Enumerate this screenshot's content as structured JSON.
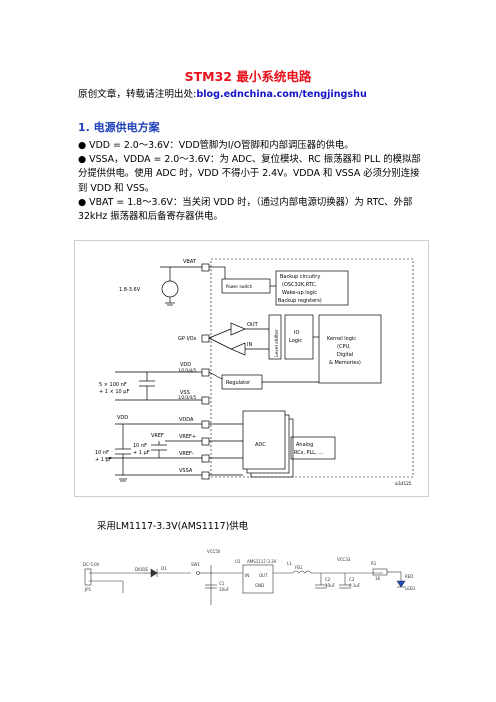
{
  "title": "STM32 最小系统电路",
  "source": {
    "prefix": "原创文章，转载请注明出处:",
    "link": "blog.ednchina.com/tengjingshu"
  },
  "section1": {
    "heading": "1. 电源供电方案",
    "bullet1": "●  VDD = 2.0～3.6V：VDD管脚为I/O管脚和内部调压器的供电。",
    "bullet2": "● VSSA，VDDA = 2.0～3.6V：为 ADC、复位模块、RC 振荡器和 PLL 的模拟部分提供供电。使用 ADC 时，VDD 不得小于 2.4V。VDDA 和 VSSA 必须分别连接到 VDD 和 VSS。",
    "bullet3": "● VBAT = 1.8～3.6V：当关闭 VDD 时，（通过内部电源切换器）为 RTC、外部 32kHz 振荡器和后备寄存器供电。"
  },
  "figure1": {
    "vbat": "VBAT",
    "vbat_range": "1.8-3.6V",
    "power_switch": "Power switch",
    "backup_title": "Backup circuitry",
    "backup_l1": "(OSC32K,RTC,",
    "backup_l2": "Wake-up logic",
    "backup_l3": "Backup registers)",
    "out": "OUT",
    "in": "IN",
    "level_shifter": "Level shifter",
    "io_logic_1": "IO",
    "io_logic_2": "Logic",
    "gpios": "GP I/Os",
    "kernel_1": "Kernel logic",
    "kernel_2": "(CPU,",
    "kernel_3": "Digital",
    "kernel_4": "& Memories)",
    "vdd": "VDD",
    "vdd_pins": "1/2/3/4/5",
    "cap_vdd_1": "5 × 100 nF",
    "cap_vdd_2": "+ 1 × 10 µF",
    "regulator": "Regulator",
    "vss": "VSS",
    "vss_pins": "1/2/3/4/5",
    "vdd_left": "VDD",
    "vdda": "VDDA",
    "vref": "VREF",
    "vref_plus": "VREF+",
    "vref_minus": "VREF-",
    "vssa": "VSSA",
    "cap_a_1": "10 nF",
    "cap_a_2": "+ 1 µF",
    "cap_b_1": "10 nF",
    "cap_b_2": "+ 1 µF",
    "adc": "ADC",
    "analog_1": "Analog",
    "analog_2": "RCs, PLL, ...",
    "code": "ai14125"
  },
  "caption": "采用LM1117-3.3V(AMS1117)供电",
  "figure2": {
    "dc": "DC-5.0V",
    "jp": "JP1",
    "diode": "DIODE",
    "d1": "D1",
    "sw": "SW1",
    "vcc50": "VCC50",
    "u1": "U1",
    "part": "AMS1117-3.3V",
    "in": "IN",
    "out": "OUT",
    "gnd": "GND",
    "c1": "C1",
    "c1v": "10uF",
    "l1": "L1",
    "fb1": "FB1",
    "c2": "C2",
    "c2v": "10uF",
    "c3": "C3",
    "c3v": "0.1uF",
    "vcc33": "VCC33",
    "r1": "R1",
    "r1v": "1K",
    "red": "RED",
    "led": "LED1"
  }
}
